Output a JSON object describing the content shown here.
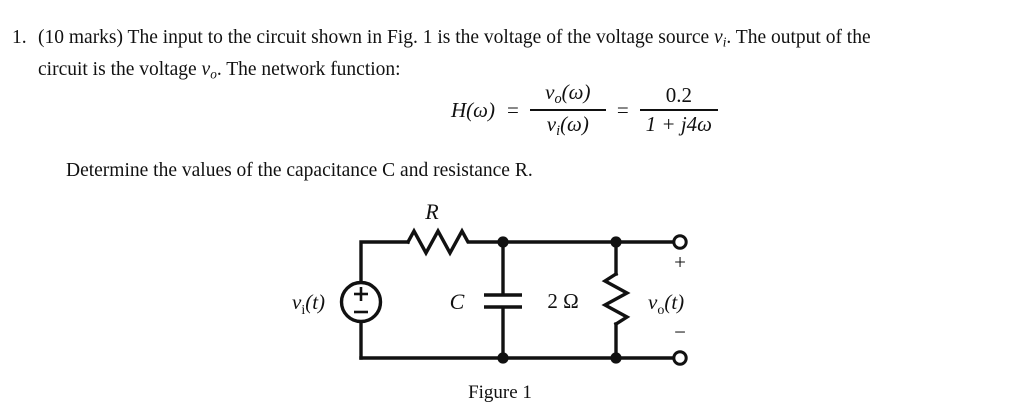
{
  "document": {
    "background_color": "#ffffff",
    "text_color": "#111111"
  },
  "question": {
    "number": "1.",
    "marks_text": "(10 marks)",
    "line1_a": "(10 marks) The input to the circuit shown in Fig. 1 is the voltage of the voltage source ",
    "var_vi": "v",
    "sub_i": "i",
    "line1_b": ". The output of the",
    "line2_a": "circuit is the voltage ",
    "var_vo": "v",
    "sub_o": "o",
    "line2_b": ". The network function:",
    "determine_line": "Determine the values of the capacitance C and resistance R."
  },
  "equation": {
    "lhs": "H(ω)",
    "equals_1": "=",
    "frac1_numerator": "v",
    "frac1_numerator_sub": "o",
    "frac1_numerator_arg": "(ω)",
    "frac1_denominator": "v",
    "frac1_denominator_sub": "i",
    "frac1_denominator_arg": "(ω)",
    "equals_2": "=",
    "frac2_numerator": "0.2",
    "frac2_denominator": "1 + j4ω"
  },
  "figure": {
    "caption": "Figure 1",
    "labels": {
      "resistor_r": "R",
      "source": "v",
      "source_sub": "i",
      "source_arg": "(t)",
      "source_plus": "+",
      "source_minus": "−",
      "capacitor": "C",
      "load_resistor": "2 Ω",
      "output": "v",
      "output_sub": "o",
      "output_arg": "(t)",
      "terminal_plus": "+",
      "terminal_minus": "−"
    },
    "colors": {
      "wire": "#111111",
      "node": "#111111",
      "terminal_fill": "#ffffff"
    }
  }
}
